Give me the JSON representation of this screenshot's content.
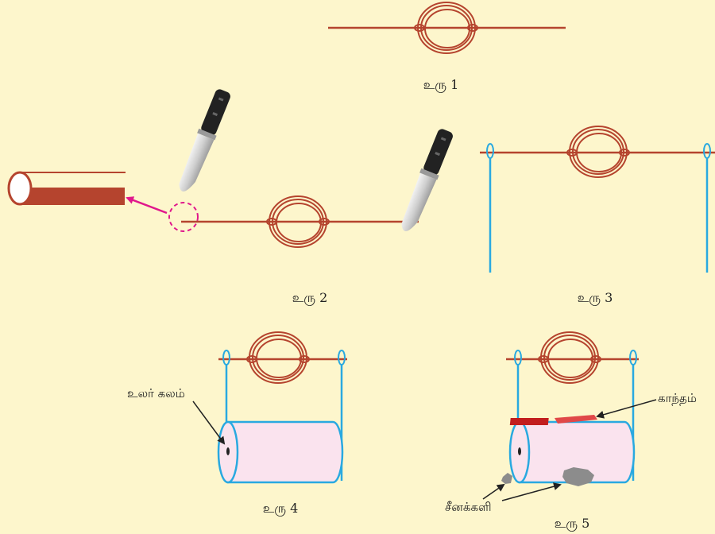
{
  "background": "#fdf6cc",
  "colors": {
    "wire": "#b5442e",
    "thread": "#29a9e0",
    "pointer": "#e0188c",
    "cell_fill": "#fae3ee",
    "cell_edge": "#29a9e0",
    "magnet": "#d22a2a",
    "filings": "#8c8c8c"
  },
  "captions": {
    "fig1": "உரு 1",
    "fig2": "உரு 2",
    "fig3": "உரு 3",
    "fig4": "உரு 4",
    "fig5": "உரு 5"
  },
  "labels": {
    "dry_cell": "உலர் கலம்",
    "magnet": "காந்தம்",
    "iron_filings": "சீனக்களி"
  },
  "icons": {
    "knife": "knife-icon",
    "wire_end": "wire-end-magnified-icon"
  }
}
